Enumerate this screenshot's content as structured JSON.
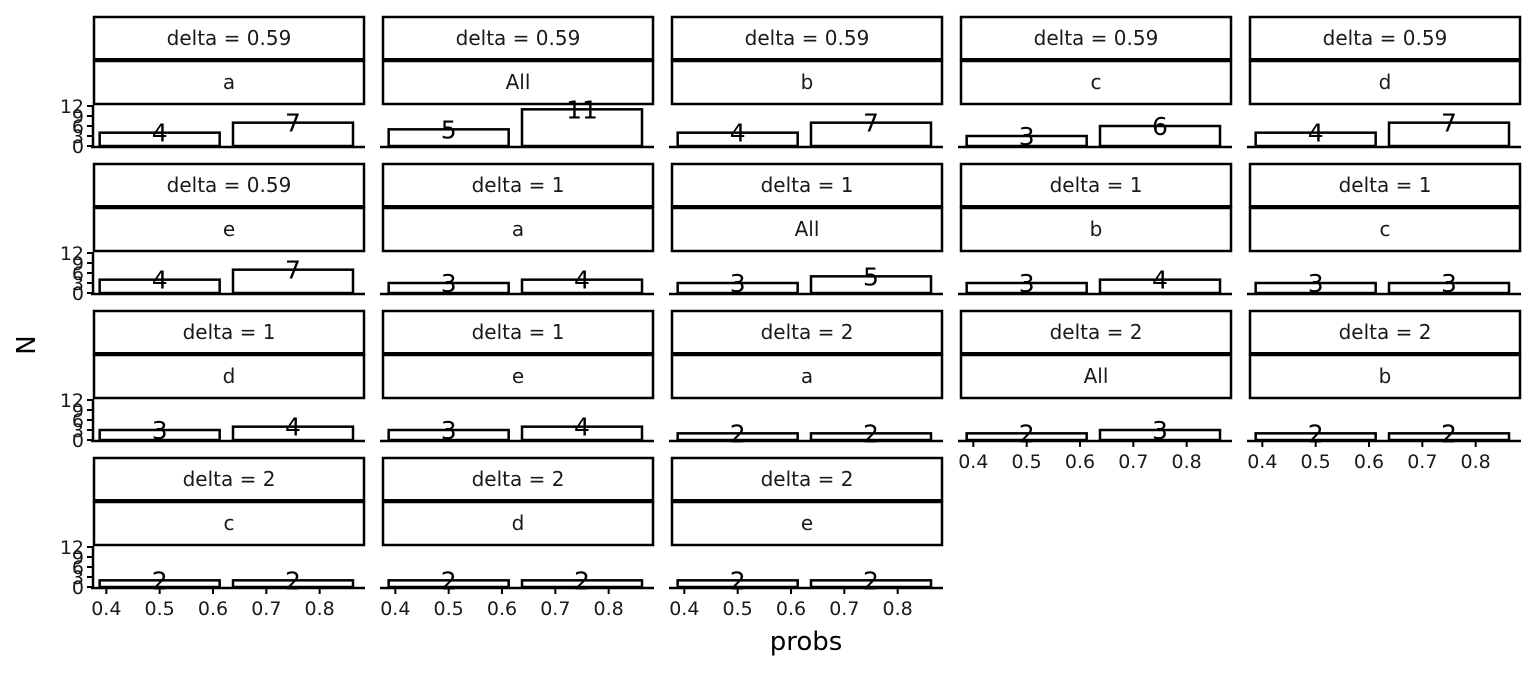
{
  "chart_data": {
    "type": "bar",
    "xlabel": "probs",
    "ylabel": "N",
    "x_ticks": [
      "0.4",
      "0.5",
      "0.6",
      "0.7",
      "0.8"
    ],
    "y_ticks": [
      "0",
      "3",
      "6",
      "9",
      "12"
    ],
    "ylim": [
      0,
      12
    ],
    "xlim": [
      0.375,
      0.885
    ],
    "bar_centers": [
      0.5,
      0.75
    ],
    "facets": [
      {
        "delta": "delta = 0.59",
        "group": "a",
        "values": [
          4,
          7
        ]
      },
      {
        "delta": "delta = 0.59",
        "group": "All",
        "values": [
          5,
          11
        ]
      },
      {
        "delta": "delta = 0.59",
        "group": "b",
        "values": [
          4,
          7
        ]
      },
      {
        "delta": "delta = 0.59",
        "group": "c",
        "values": [
          3,
          6
        ]
      },
      {
        "delta": "delta = 0.59",
        "group": "d",
        "values": [
          4,
          7
        ]
      },
      {
        "delta": "delta = 0.59",
        "group": "e",
        "values": [
          4,
          7
        ]
      },
      {
        "delta": "delta = 1",
        "group": "a",
        "values": [
          3,
          4
        ]
      },
      {
        "delta": "delta = 1",
        "group": "All",
        "values": [
          3,
          5
        ]
      },
      {
        "delta": "delta = 1",
        "group": "b",
        "values": [
          3,
          4
        ]
      },
      {
        "delta": "delta = 1",
        "group": "c",
        "values": [
          3,
          3
        ]
      },
      {
        "delta": "delta = 1",
        "group": "d",
        "values": [
          3,
          4
        ]
      },
      {
        "delta": "delta = 1",
        "group": "e",
        "values": [
          3,
          4
        ]
      },
      {
        "delta": "delta = 2",
        "group": "a",
        "values": [
          2,
          2
        ]
      },
      {
        "delta": "delta = 2",
        "group": "All",
        "values": [
          2,
          3
        ]
      },
      {
        "delta": "delta = 2",
        "group": "b",
        "values": [
          2,
          2
        ]
      },
      {
        "delta": "delta = 2",
        "group": "c",
        "values": [
          2,
          2
        ]
      },
      {
        "delta": "delta = 2",
        "group": "d",
        "values": [
          2,
          2
        ]
      },
      {
        "delta": "delta = 2",
        "group": "e",
        "values": [
          2,
          2
        ]
      }
    ],
    "colors": {
      "bar_fill": "#ffffff",
      "bar_stroke": "#000000",
      "text": "#1a1a1a"
    }
  }
}
